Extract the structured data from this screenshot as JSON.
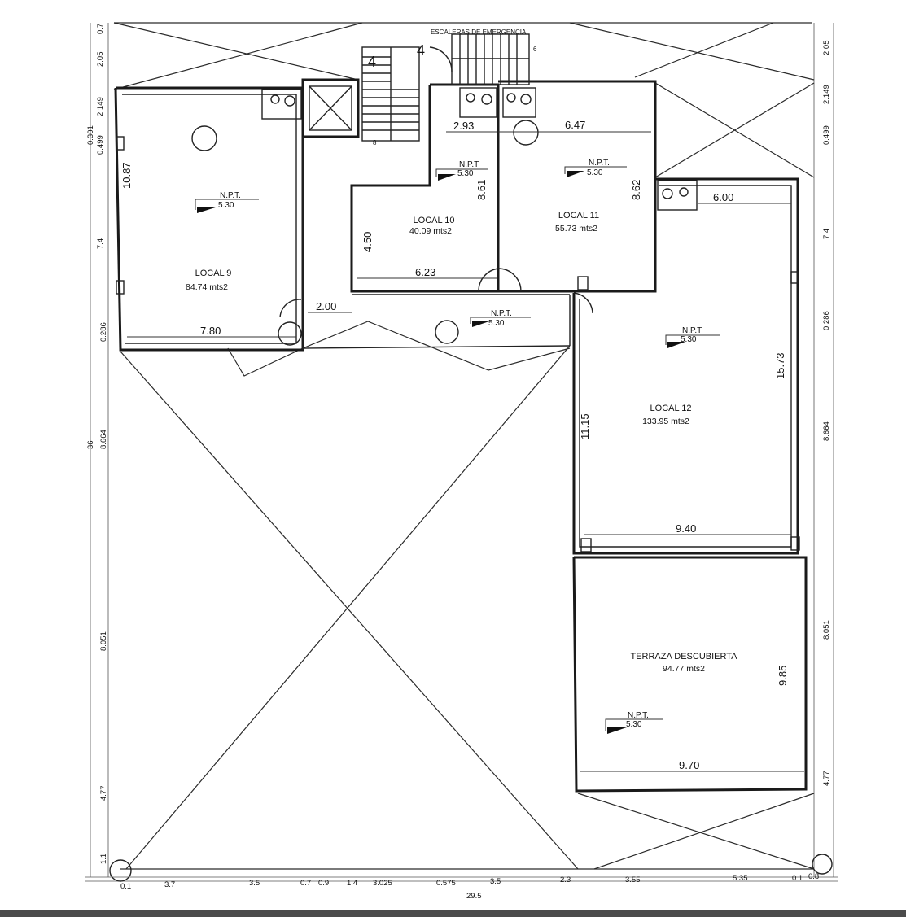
{
  "title": "ESCALERAS DE EMERGENCIA",
  "level_label": "N.P.T.",
  "level_value": "5.30",
  "rooms": [
    {
      "name": "LOCAL 9",
      "area": "84.74 mts2"
    },
    {
      "name": "LOCAL 10",
      "area": "40.09 mts2"
    },
    {
      "name": "LOCAL 11",
      "area": "55.73 mts2"
    },
    {
      "name": "LOCAL 12",
      "area": "133.95 mts2"
    },
    {
      "name": "TERRAZA DESCUBIERTA",
      "area": "94.77 mts2"
    }
  ],
  "dims": {
    "d_2_93": "2.93",
    "d_6_47": "6.47",
    "d_10_87": "10.87",
    "d_8_61": "8.61",
    "d_8_62": "8.62",
    "d_6_00": "6.00",
    "d_4_50": "4.50",
    "d_6_23": "6.23",
    "d_2_00": "2.00",
    "d_7_80": "7.80",
    "d_15_73": "15.73",
    "d_11_15": "11.15",
    "d_9_40": "9.40",
    "d_9_85": "9.85",
    "d_9_70": "9.70"
  },
  "left_axis": [
    "0.7",
    "2.05",
    "2.149",
    "0.301",
    "0.499",
    "7.4",
    "0.286",
    "36",
    "8.664",
    "8.051",
    "4.77",
    "1.1"
  ],
  "right_axis": [
    "2.05",
    "2.149",
    "0.499",
    "7.4",
    "0.286",
    "8.664",
    "8.051",
    "4.77"
  ],
  "bottom_axis": [
    "0.1",
    "3.7",
    "3.5",
    "0.7",
    "0.9",
    "1.4",
    "3.025",
    "0.575",
    "3.5",
    "2.3",
    "3.55",
    "5.35",
    "0.1",
    "0.8"
  ],
  "bottom_partial": "29.5",
  "stair_marks": [
    "4",
    "4",
    "6",
    "8"
  ]
}
